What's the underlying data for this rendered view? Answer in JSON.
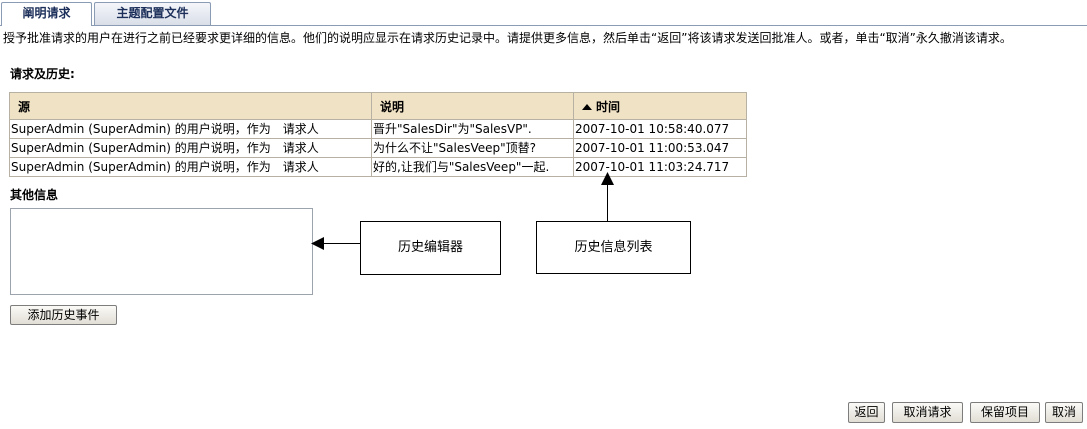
{
  "tabs": [
    {
      "label": "阐明请求"
    },
    {
      "label": "主题配置文件"
    }
  ],
  "instruction": "授予批准请求的用户在进行之前已经要求更详细的信息。他们的说明应显示在请求历史记录中。请提供更多信息，然后单击“返回”将该请求发送回批准人。或者，单击“取消”永久撤消该请求。",
  "history": {
    "title": "请求及历史:",
    "columns": {
      "source": "源",
      "description": "说明",
      "time": "时间"
    },
    "rows": [
      {
        "source": "SuperAdmin (SuperAdmin) 的用户说明，作为　请求人",
        "description": "晋升\"SalesDir\"为\"SalesVP\".",
        "time": "2007-10-01 10:58:40.077"
      },
      {
        "source": "SuperAdmin (SuperAdmin) 的用户说明，作为　请求人",
        "description": "为什么不让\"SalesVeep\"顶替?",
        "time": "2007-10-01 11:00:53.047"
      },
      {
        "source": "SuperAdmin (SuperAdmin) 的用户说明，作为　请求人",
        "description": "好的,让我们与\"SalesVeep\"一起.",
        "time": "2007-10-01 11:03:24.717"
      }
    ]
  },
  "other_info": {
    "title": "其他信息",
    "editor_value": ""
  },
  "add_history_button": "添加历史事件",
  "callouts": {
    "editor": "历史编辑器",
    "history_list": "历史信息列表"
  },
  "actions": {
    "back": "返回",
    "cancel_request": "取消请求",
    "save_item": "保留项目",
    "cancel": "取消"
  }
}
